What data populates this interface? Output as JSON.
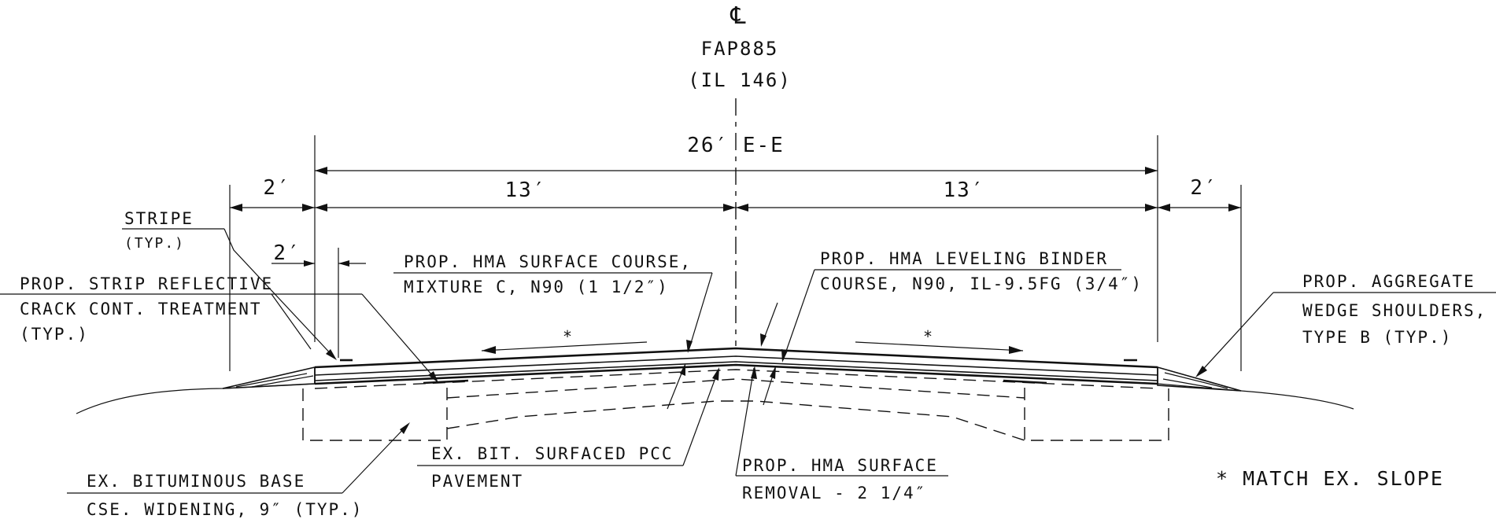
{
  "centerline": {
    "symbol": "℄",
    "route": "FAP885",
    "road": "(IL 146)"
  },
  "dimensions": {
    "total_width": "26′ E-E",
    "lane_left": "13′",
    "lane_right": "13′",
    "shoulder_left": "2′",
    "shoulder_right": "2′",
    "stripe_offset": "2′"
  },
  "labels": {
    "stripe_line1": "STRIPE",
    "stripe_line2": "(TYP.)",
    "reflective_line1": "PROP. STRIP REFLECTIVE",
    "reflective_line2": "CRACK CONT. TREATMENT",
    "reflective_line3": "(TYP.)",
    "surface_course_line1": "PROP. HMA SURFACE COURSE,",
    "surface_course_line2": "MIXTURE C, N90 (1 1/2″)",
    "leveling_line1": "PROP. HMA LEVELING BINDER",
    "leveling_line2": "COURSE, N90, IL-9.5FG (3/4″)",
    "aggregate_line1": "PROP. AGGREGATE",
    "aggregate_line2": "WEDGE SHOULDERS,",
    "aggregate_line3": "TYPE B (TYP.)",
    "ex_pcc_line1": "EX. BIT. SURFACED PCC",
    "ex_pcc_line2": "PAVEMENT",
    "removal_line1": "PROP. HMA SURFACE",
    "removal_line2": "REMOVAL - 2 1/4″",
    "ex_base_line1": "EX. BITUMINOUS BASE",
    "ex_base_line2": "CSE. WIDENING, 9″ (TYP.)",
    "slope_marker_left": "*",
    "slope_marker_right": "*",
    "match_slope_note": "* MATCH EX. SLOPE"
  }
}
